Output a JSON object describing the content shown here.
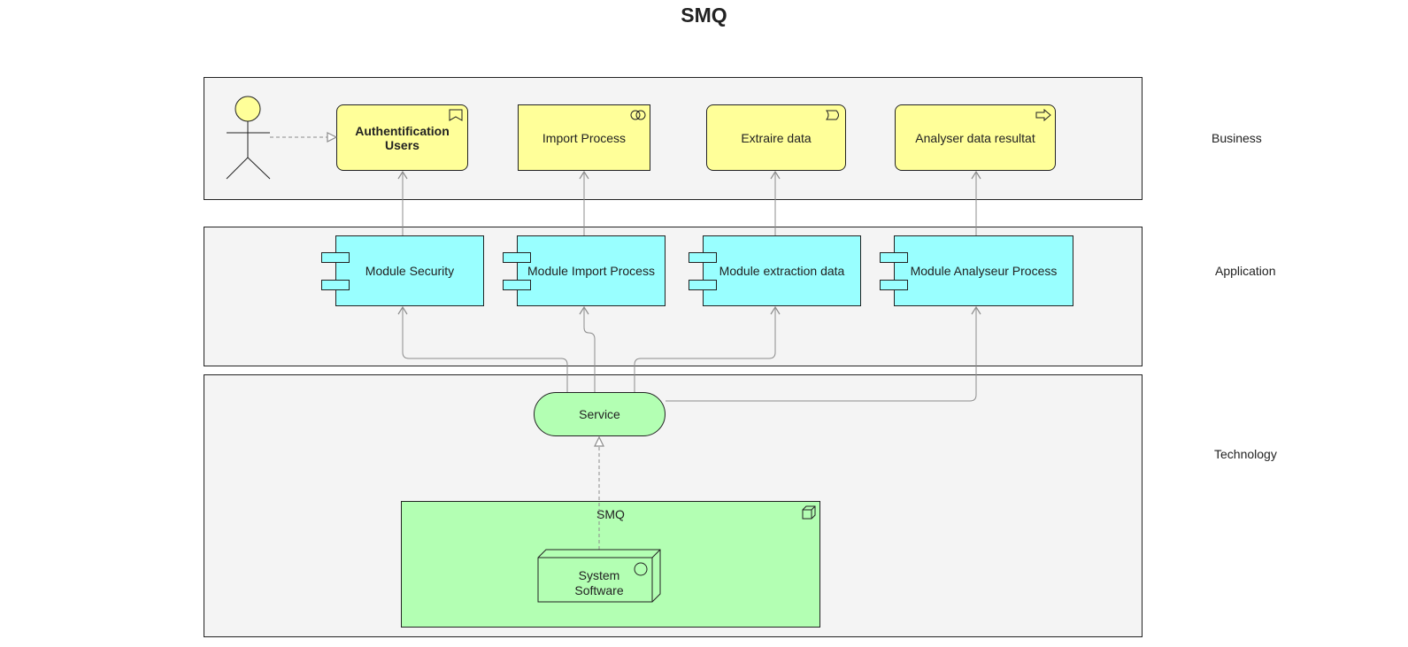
{
  "diagram": {
    "title": "SMQ"
  },
  "layers": {
    "business": "Business",
    "application": "Application",
    "technology": "Technology"
  },
  "business": {
    "auth": "Authentification Users",
    "import": "Import Process",
    "extract": "Extraire data",
    "analyse": "Analyser data resultat"
  },
  "application": {
    "security": "Module Security",
    "import": "Module Import Process",
    "extraction": "Module extraction data",
    "analyseur": "Module Analyseur Process"
  },
  "technology": {
    "service": "Service",
    "node": "SMQ",
    "system_software": "System Software"
  },
  "colors": {
    "business": "#ffff99",
    "application": "#99ffff",
    "technology": "#b3ffb3",
    "layer_bg": "#f4f4f4",
    "connector": "#8c8c8c"
  },
  "icons": {
    "actor": "actor-icon",
    "role": "business-role-icon",
    "collaboration": "business-collaboration-icon",
    "event": "business-event-icon",
    "process": "business-process-icon",
    "component": "component-icon",
    "node": "node-icon",
    "system_software": "system-software-icon"
  }
}
